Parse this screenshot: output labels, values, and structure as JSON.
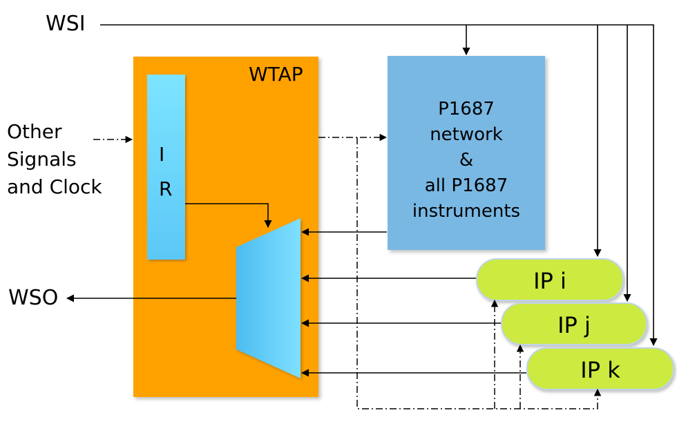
{
  "labels": {
    "wsi": "WSI",
    "wso": "WSO",
    "other_signals": [
      "Other",
      "Signals",
      "and Clock"
    ],
    "wtap": "WTAP",
    "ir": [
      "I",
      "R"
    ],
    "network": [
      "P1687",
      "network",
      "&",
      "all P1687",
      "instruments"
    ],
    "ip_i": "IP i",
    "ip_j": "IP j",
    "ip_k": "IP k"
  },
  "colors": {
    "wtap": "#ffa200",
    "ir": "#5cc8f7",
    "network": "#7ab8e4",
    "ip": "#ccea3f"
  }
}
